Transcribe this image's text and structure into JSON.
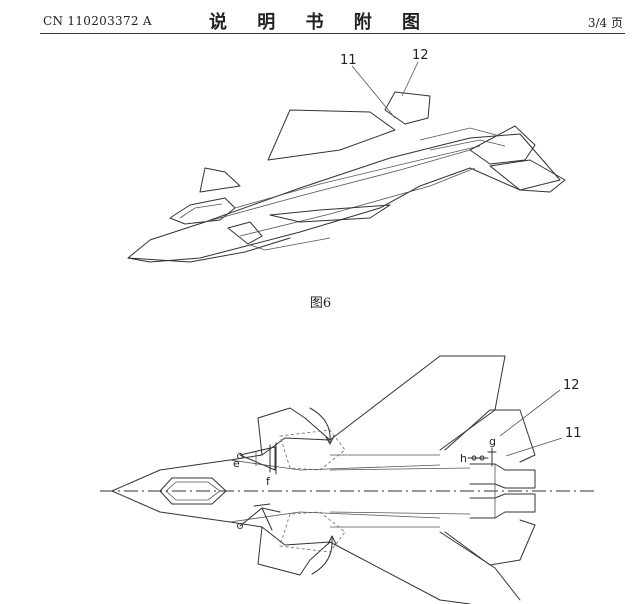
{
  "header": {
    "patent_number": "CN 110203372 A",
    "title": "说 明 书 附 图",
    "page": "3/4 页"
  },
  "figure6": {
    "caption": "图6",
    "labels": {
      "ref_11": "11",
      "ref_12": "12"
    }
  },
  "figure7": {
    "labels": {
      "ref_12": "12",
      "ref_11": "11",
      "e": "e",
      "f": "f",
      "g": "g",
      "h": "h"
    }
  }
}
